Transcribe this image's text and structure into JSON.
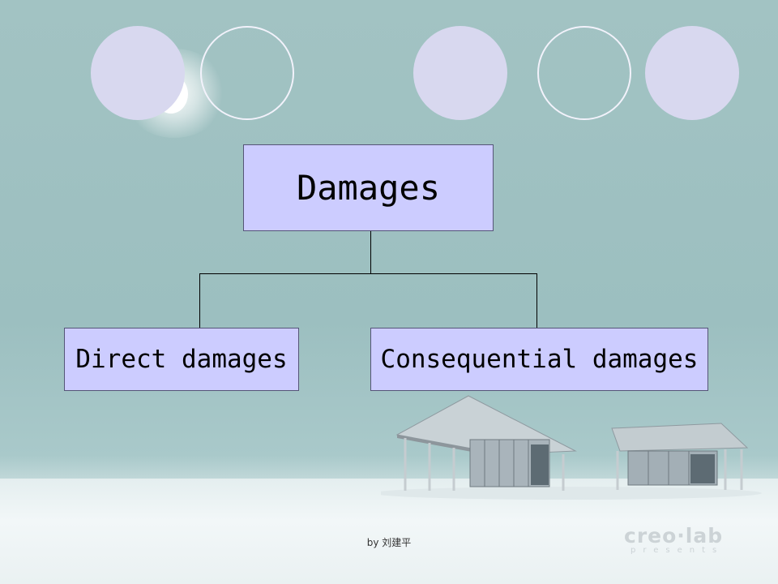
{
  "diagram": {
    "root": {
      "label": "Damages"
    },
    "children": [
      {
        "label": "Direct damages"
      },
      {
        "label": "Consequential damages"
      }
    ]
  },
  "footer": {
    "author_text": "by 刘建平"
  },
  "logo": {
    "main": "creo·lab",
    "sub": "presents"
  },
  "colors": {
    "node_fill": "#ccccff",
    "circle_fill": "#d8d8ef",
    "background": "#9dbfc0"
  }
}
